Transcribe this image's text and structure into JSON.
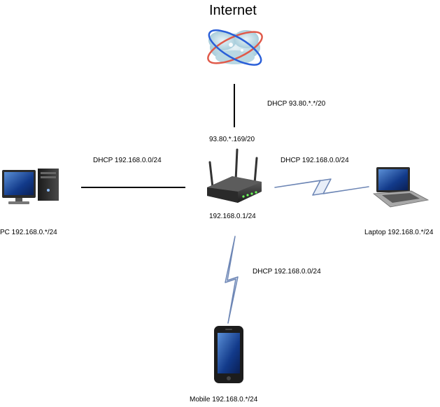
{
  "title": "Internet",
  "links": {
    "internet_router": "DHCP 93.80.*.*/20",
    "router_pc": "DHCP 192.168.0.0/24",
    "router_laptop": "DHCP 192.168.0.0/24",
    "router_mobile": "DHCP 192.168.0.0/24"
  },
  "router": {
    "wan_ip": "93.80.*.169/20",
    "lan_ip": "192.168.0.1/24"
  },
  "devices": {
    "pc": "PC 192.168.0.*/24",
    "laptop": "Laptop 192.168.0.*/24",
    "mobile": "Mobile 192.168.0.*/24"
  },
  "colors": {
    "wire": "#000000",
    "wireless": "#6d86b5",
    "globe_ring": "#e05a4a",
    "globe_ring2": "#2a5fd8"
  }
}
